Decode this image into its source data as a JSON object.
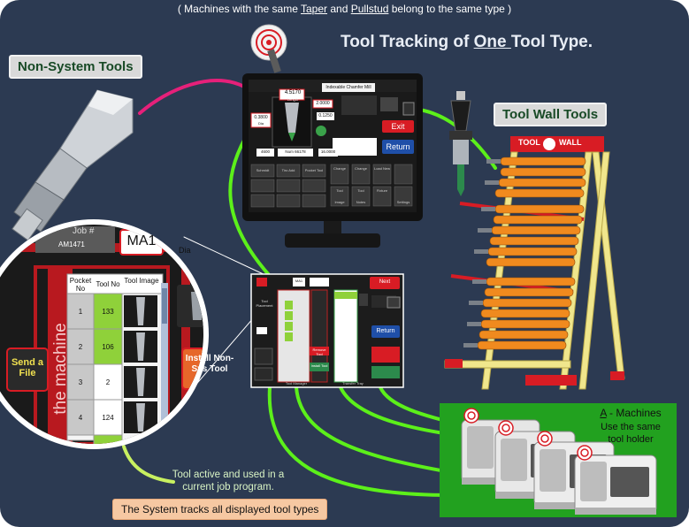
{
  "header": {
    "note_prefix": "( Machines with the same ",
    "note_taper": "Taper",
    "note_and": " and ",
    "note_pullstud": "Pullstud",
    "note_suffix": " belong to the same type )",
    "title_prefix": "Tool Tracking of ",
    "title_underlined": "One ",
    "title_suffix": "Tool Type."
  },
  "labels": {
    "non_system_tools": "Non-System Tools",
    "tool_wall_tools": "Tool Wall Tools"
  },
  "rack": {
    "sign_left": "TOOL",
    "sign_right": "WALL"
  },
  "monitor": {
    "length_label": "4.5170",
    "length_caption": "Length",
    "tool_name": "Indexable Chamfer Mill",
    "value_a": "2.0000",
    "value_b": "0.1250",
    "dia_value": "0.3800",
    "dia_caption": "Dia",
    "exit_button": "Exit",
    "return_button": "Return",
    "pocket_value": "4600",
    "part_value": "Num 66178",
    "qty_value": "16.0000",
    "grid_items": [
      "Schmidt",
      "Tiro Add",
      "Pocket Tool",
      "Change",
      "Change",
      "Load New",
      "Tool",
      "Tool",
      "Fixture",
      "Image",
      "Notes",
      "Settings"
    ]
  },
  "zoom": {
    "job_label": "Job #",
    "job_value": "AM1471",
    "machine_label": "MA1",
    "dia_fragment": "Dia",
    "vertical_text": "the machine",
    "send_button": "Send a File",
    "install_button": "Install Non-Sys Tool",
    "table": {
      "headers": [
        "Pocket No",
        "Tool No",
        "Tool Image"
      ],
      "rows": [
        {
          "pocket": "1",
          "tool": "133",
          "active": true
        },
        {
          "pocket": "2",
          "tool": "106",
          "active": true
        },
        {
          "pocket": "3",
          "tool": "2",
          "active": false
        },
        {
          "pocket": "4",
          "tool": "124",
          "active": false
        }
      ]
    }
  },
  "small_screen": {
    "machine_label": "MA1",
    "next_button": "Next",
    "return_button": "Return",
    "side_caption_a": "Tool Placement",
    "side_caption_b": "Remove Tool",
    "side_caption_c": "Install Tool",
    "footer_left": "Tool Manager",
    "footer_right": "Transfer Tray"
  },
  "notes": {
    "tool_active": "Tool active and used in a current job program.",
    "system_tracks": "The System tracks all displayed tool types"
  },
  "machines_panel": {
    "letter": "A",
    "title_suffix": " - Machines",
    "line2": "Use the same",
    "line3": "tool holder"
  },
  "colors": {
    "background": "#2c3a52",
    "green_link": "#5cf01a",
    "magenta_link": "#e6207a",
    "panel_green": "#22a11f",
    "rack_yellow": "#f0e68c",
    "rack_red": "#d81c24",
    "holder_orange": "#f08a1e",
    "active_cell": "#8fd13a"
  },
  "icons": [
    "drill-bit-icon",
    "tool-holder-icon",
    "rfid-signal-icon",
    "machine-icon",
    "monitor-icon",
    "magnifier-icon"
  ]
}
